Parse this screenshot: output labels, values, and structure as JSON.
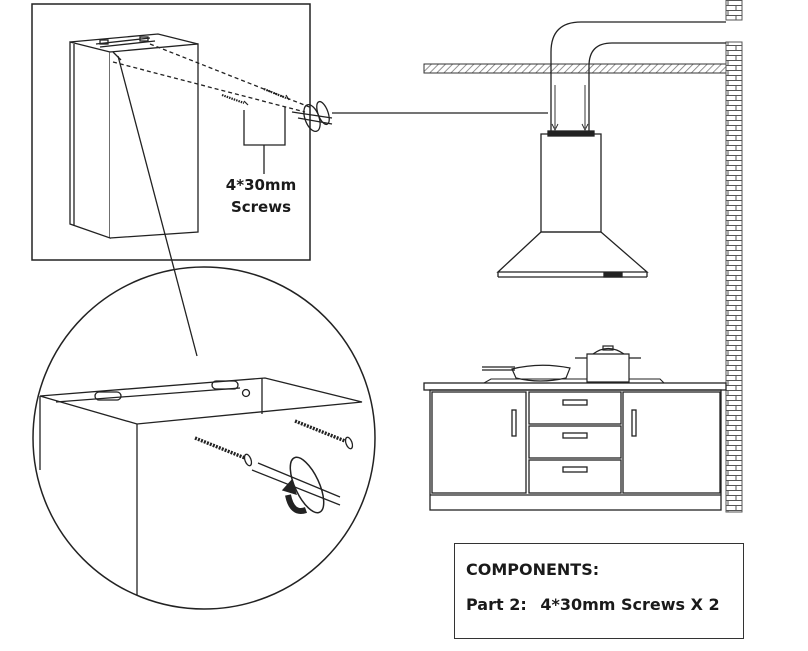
{
  "inset": {
    "screw_label_line1": "4*30mm",
    "screw_label_line2": "Screws"
  },
  "components": {
    "title": "COMPONENTS:",
    "part_label": "Part 2:",
    "part_desc": "4*30mm Screws X 2"
  },
  "colors": {
    "line": "#222222",
    "brick_stroke": "#555555",
    "hatch": "#7a7a7a"
  }
}
